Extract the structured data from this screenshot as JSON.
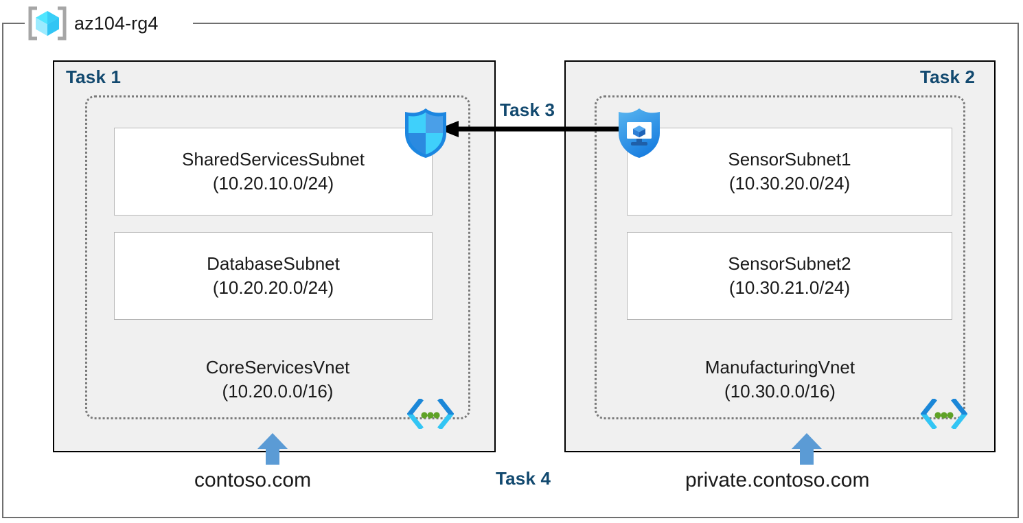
{
  "resource_group": {
    "name": "az104-rg4",
    "icon": "azure-resource-group-cube-icon"
  },
  "panels": [
    {
      "id": "left",
      "task_label": "Task 1",
      "vnet": {
        "name": "CoreServicesVnet",
        "cidr": "(10.20.0.0/16)",
        "icon": "virtual-network-icon"
      },
      "subnets": [
        {
          "name": "SharedServicesSubnet",
          "cidr": "(10.20.10.0/24)"
        },
        {
          "name": "DatabaseSubnet",
          "cidr": "(10.20.20.0/24)"
        }
      ],
      "dns_zone": "contoso.com"
    },
    {
      "id": "right",
      "task_label": "Task 2",
      "vnet": {
        "name": "ManufacturingVnet",
        "cidr": "(10.30.0.0/16)",
        "icon": "virtual-network-icon"
      },
      "subnets": [
        {
          "name": "SensorSubnet1",
          "cidr": "(10.30.20.0/24)"
        },
        {
          "name": "SensorSubnet2",
          "cidr": "(10.30.21.0/24)"
        }
      ],
      "dns_zone": "private.contoso.com"
    }
  ],
  "connections": {
    "peering": {
      "label": "Task 3",
      "direction": "right-to-left",
      "source_icon": "vm-shield-icon",
      "target_icon": "network-security-group-shield-icon"
    },
    "dns": {
      "label": "Task 4",
      "arrow_icon": "up-arrow-icon"
    }
  },
  "colors": {
    "task_label": "#12496f",
    "panel_fill": "#f0f0f0",
    "panel_border": "#000000",
    "vnet_border": "#7a7a7a",
    "subnet_border": "#b6b6b6",
    "frame_border": "#6f6f6f",
    "dns_arrow": "#5b9bd5",
    "shield_blue": "#1e88e5",
    "shield_cyan": "#32c5f4",
    "vnet_icon_green": "#5ea227",
    "cube_cyan": "#50e6ff"
  }
}
